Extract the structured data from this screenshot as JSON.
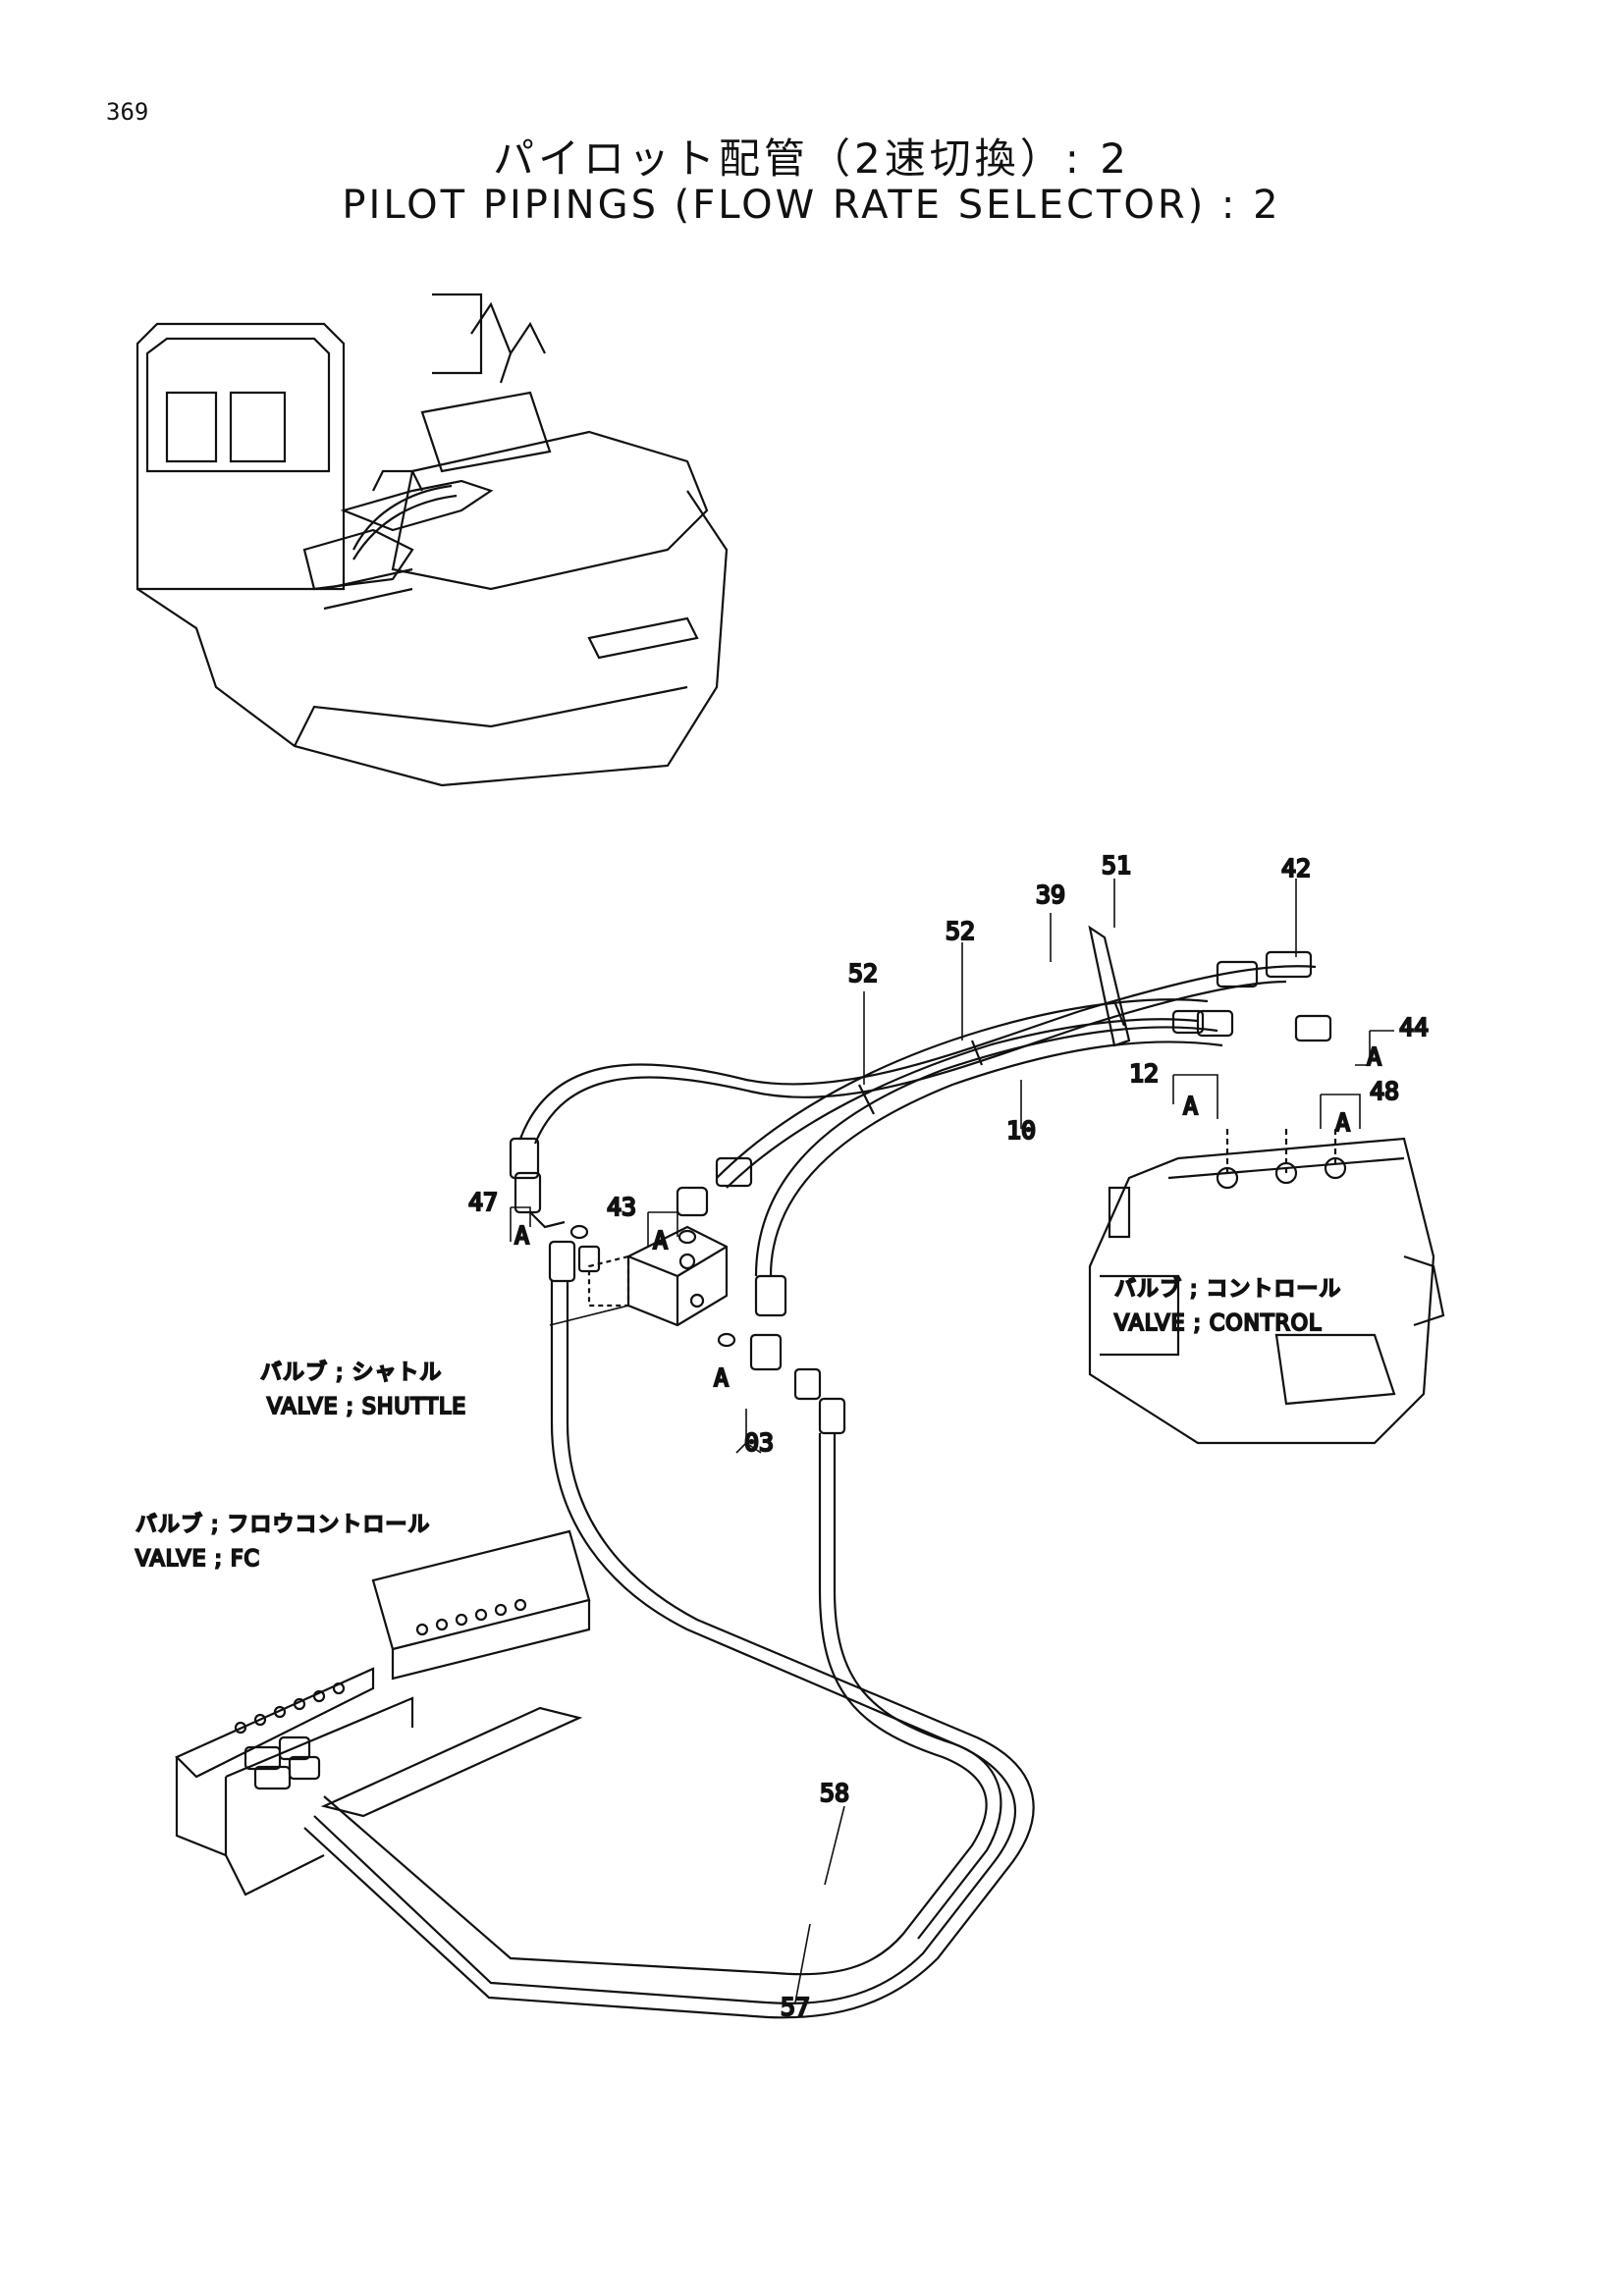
{
  "page_number": "369",
  "title_jp": "パイロット配管（2速切換）: 2",
  "title_en": "PILOT PIPINGS (FLOW RATE SELECTOR) : 2",
  "callouts": {
    "p51": "51",
    "p42": "42",
    "p39": "39",
    "p52a": "52",
    "p52b": "52",
    "p44": "44",
    "p12": "12",
    "p48": "48",
    "p10": "10",
    "p47": "47",
    "p43": "43",
    "p03": "03",
    "p58": "58",
    "p57": "57"
  },
  "connection_marks": {
    "a1": "A",
    "a2": "A",
    "a3": "A",
    "a4": "A",
    "a5": "A",
    "a6": "A"
  },
  "component_labels": {
    "control_jp": "バルブ ; コントロール",
    "control_en": "VALVE ; CONTROL",
    "shuttle_jp": "バルブ ; シャトル",
    "shuttle_en": "VALVE ; SHUTTLE",
    "fc_jp": "バルブ ; フロウコントロール",
    "fc_en": "VALVE ; FC"
  }
}
